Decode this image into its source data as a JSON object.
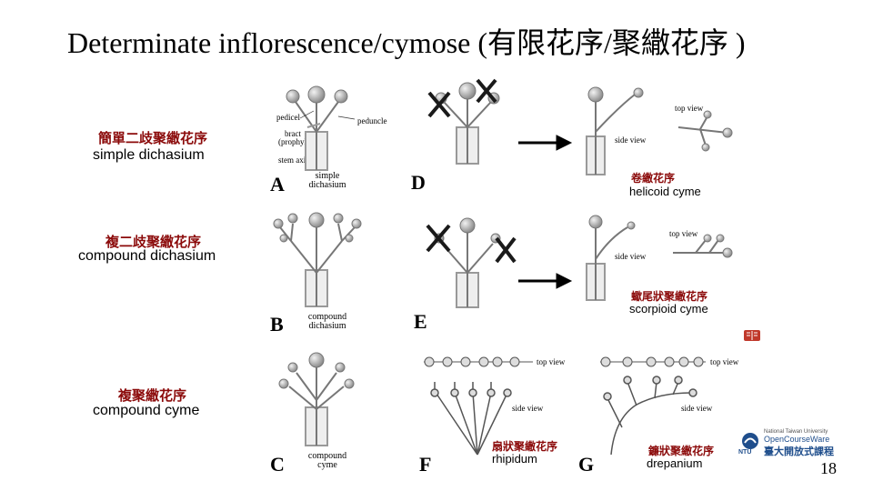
{
  "title": "Determinate inflorescence/cymose (有限花序/聚繖花序 )",
  "labels": {
    "simple": {
      "zh": "簡單二歧聚繖花序",
      "en": "simple dichasium"
    },
    "compound_dichasium": {
      "zh": "複二歧聚繖花序",
      "en": "compound dichasium"
    },
    "compound_cyme": {
      "zh": "複聚繖花序",
      "en": "compound cyme"
    },
    "helicoid": {
      "zh": "卷繖花序",
      "en": "helicoid cyme"
    },
    "scorpioid": {
      "zh": "蠍尾狀聚繖花序",
      "en": "scorpioid cyme"
    },
    "rhipidum": {
      "zh": "扇狀聚繖花序",
      "en": "rhipidum"
    },
    "drepanium": {
      "zh": "鐮狀聚繖花序",
      "en": "drepanium"
    }
  },
  "panels": {
    "A": {
      "letter": "A",
      "caption1": "simple",
      "caption2": "dichasium"
    },
    "B": {
      "letter": "B",
      "caption1": "compound",
      "caption2": "dichasium"
    },
    "C": {
      "letter": "C",
      "caption1": "compound",
      "caption2": "cyme"
    },
    "D": {
      "letter": "D"
    },
    "E": {
      "letter": "E"
    },
    "F": {
      "letter": "F"
    },
    "G": {
      "letter": "G"
    }
  },
  "annotations": {
    "pedicel": "pedicel",
    "peduncle": "peduncle",
    "bract1": "bract",
    "bract2": "(prophyll)",
    "stem_axis": "stem axis",
    "top_view": "top view",
    "side_view": "side view"
  },
  "logo": {
    "line1": "National Taiwan University",
    "line2": "OpenCourseWare",
    "line3": "臺大開放式課程",
    "ntu": "NTU"
  },
  "page_number": "18",
  "colors": {
    "chinese_label": "#8b0a0a",
    "cross": "#1a1a1a",
    "arrow": "#000000",
    "logo_blue": "#1f4e8c"
  }
}
